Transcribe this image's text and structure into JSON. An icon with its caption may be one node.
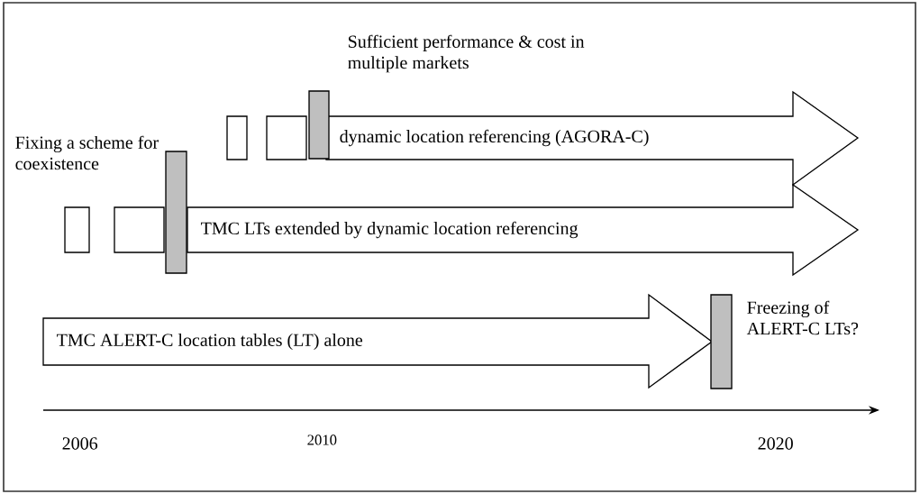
{
  "diagram": {
    "nodes": [
      {
        "text": [],
        "shape": "bar",
        "beside": [
          "Sufficient performance & cost in multiple markets"
        ]
      },
      {
        "text": [],
        "shape": "box"
      },
      {
        "text": [],
        "shape": "box"
      },
      {
        "text": [
          "dynamic location referencing (AGORA-C)"
        ]
      },
      {
        "text": [],
        "shape": "bar",
        "beside": [
          "Fixing a scheme for coexistence"
        ]
      },
      {
        "text": [],
        "shape": "box"
      },
      {
        "text": [],
        "shape": "box"
      },
      {
        "text": [
          "TMC LTs extended by dynamic location referencing"
        ]
      },
      {
        "text": [
          "TMC ALERT-C location tables (LT) alone"
        ]
      },
      {
        "text": [],
        "shape": "bar",
        "beside": [
          "Freezing of ALERT-C LTs?"
        ]
      }
    ],
    "labels": [
      "2006",
      "2010",
      "2020"
    ]
  }
}
